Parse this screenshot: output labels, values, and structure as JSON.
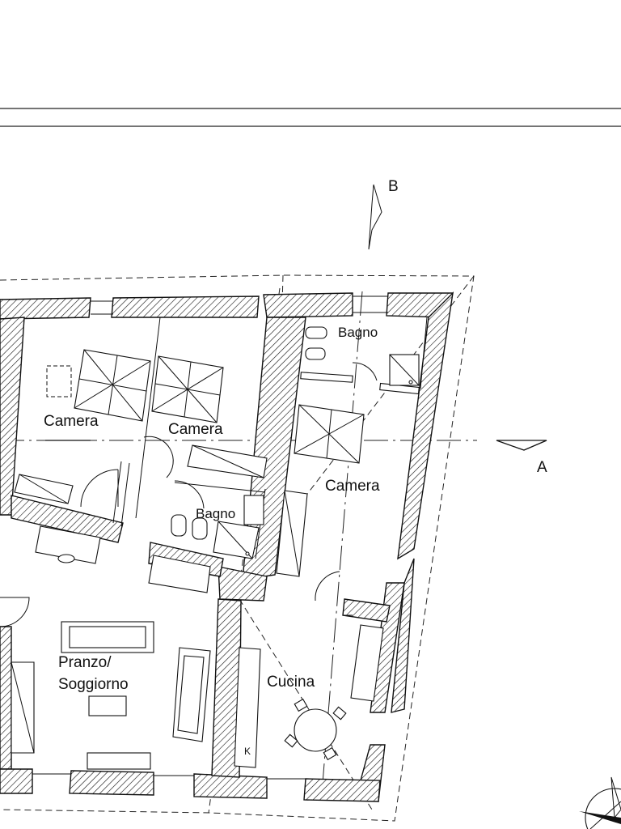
{
  "plan": {
    "rooms": [
      {
        "id": "camera-1",
        "label": "Camera"
      },
      {
        "id": "camera-2",
        "label": "Camera"
      },
      {
        "id": "camera-3",
        "label": "Camera"
      },
      {
        "id": "bagno-1",
        "label": "Bagno"
      },
      {
        "id": "bagno-2",
        "label": "Bagno"
      },
      {
        "id": "pranzo",
        "label_line1": "Pranzo/",
        "label_line2": "Soggiorno"
      },
      {
        "id": "cucina",
        "label": "Cucina"
      }
    ],
    "section_marks": {
      "a": "A",
      "b": "B"
    },
    "fixture_k": "K"
  }
}
